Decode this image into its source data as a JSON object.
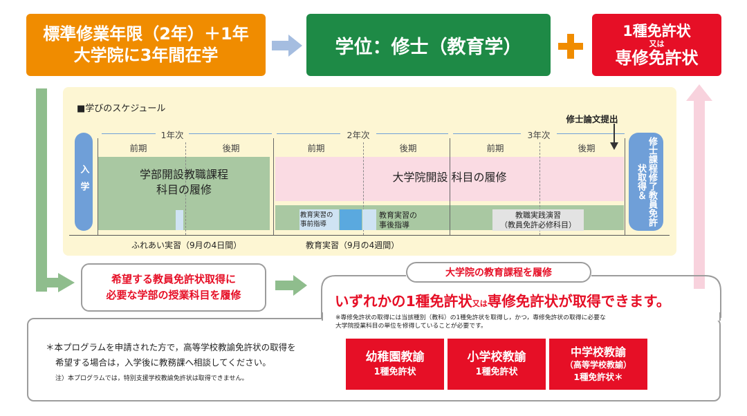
{
  "top": {
    "orange_line1": "標準修業年限（2年）＋1年",
    "orange_line2": "大学院に3年間在学",
    "degree_label": "学位：修士（教育学）",
    "plus_sign": "＋",
    "license_line1": "1種免許状",
    "license_or": "又は",
    "license_line2": "専修免許状"
  },
  "schedule": {
    "title": "■学びのスケジュール",
    "thesis_label": "修士論文提出",
    "years": [
      "1年次",
      "2年次",
      "3年次"
    ],
    "terms": [
      "前期",
      "後期",
      "前期",
      "後期",
      "前期",
      "後期"
    ],
    "entrance": "入学",
    "completion": "修士課程修了教員免許状取得＆",
    "undergrad_course_line1": "学部開設教職課程",
    "undergrad_course_line2": "科目の履修",
    "grad_course": "大学院開設 科目の履修",
    "pre_guidance_line1": "教育実習の",
    "pre_guidance_line2": "事前指導",
    "post_guidance_line1": "教育実習の",
    "post_guidance_line2": "事後指導",
    "practicum_seminar_line1": "教職実践演習",
    "practicum_seminar_line2": "（教員免許必修科目）",
    "fureai_label": "ふれあい実習（9月の4日間）",
    "practicum_label": "教育実習（9月の4週間）"
  },
  "middle": {
    "wish_line1": "希望する教員免許状取得に",
    "wish_line2": "必要な学部の授業科目を履修",
    "grad_tab": "大学院の教育課程を履修",
    "headline_a": "いずれかの1種免許状",
    "headline_or": "又は",
    "headline_b": "専修免許状が取得できます。",
    "note_line1": "※専修免許状の取得には当該種別（教科）の1種免許状を取得し，かつ，専修免許状の取得に必要な",
    "note_line2": "大学院授業科目の単位を修得していることが必要です。"
  },
  "bottom": {
    "apply_line1": "＊本プログラムを申請された方で，高等学校教諭免許状の取得を",
    "apply_line2": "希望する場合は，入学後に教務課へ相談してください。",
    "special_note": "注）本プログラムでは，特別支援学校教諭免許状は取得できません。",
    "licenses": [
      {
        "title": "幼稚園教諭",
        "sub": "",
        "type": "1種免許状"
      },
      {
        "title": "小学校教諭",
        "sub": "",
        "type": "1種免許状"
      },
      {
        "title": "中学校教諭",
        "sub": "（高等学校教諭）",
        "type": "1種免許状＊"
      }
    ]
  },
  "colors": {
    "orange": "#f08c00",
    "green": "#1e8a46",
    "red": "#e60f26",
    "schedule_bg": "#fdf6d3",
    "sage": "#a9c8a2",
    "pink": "#fadbe3",
    "blue": "#6f9fd8",
    "arrow_blue": "#a5bde0",
    "arrow_green": "#8fbd8d",
    "arrow_pink": "#f8d2dd",
    "border_gray": "#9c9c9c"
  }
}
